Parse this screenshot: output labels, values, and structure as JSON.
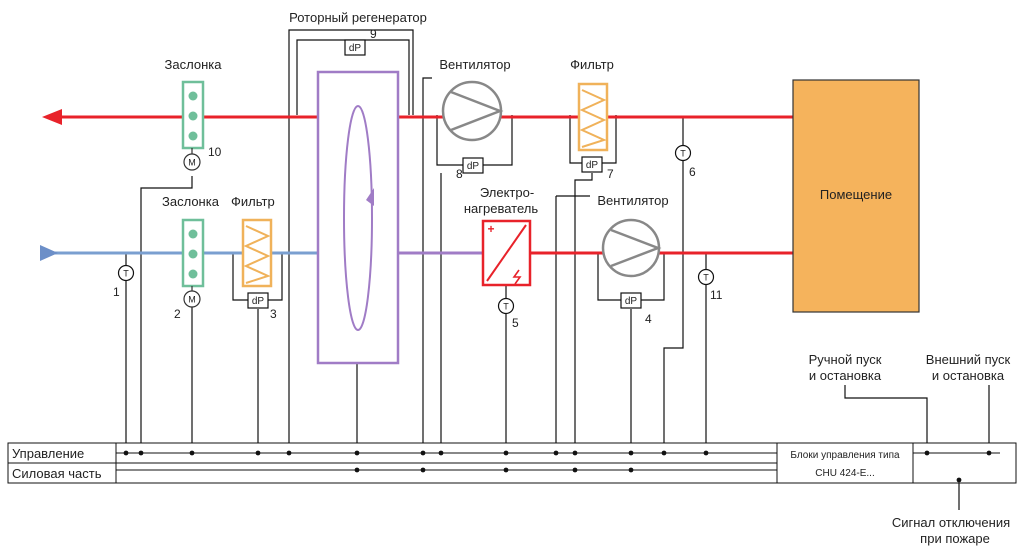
{
  "labels": {
    "rotary": "Роторный регенератор",
    "damper_top": "Заслонка",
    "damper_bottom": "Заслонка",
    "filter_bottom": "Фильтр",
    "fan_top": "Вентилятор",
    "filter_top": "Фильтр",
    "heater_line1": "Электро-",
    "heater_line2": "нагреватель",
    "fan_bottom": "Вентилятор",
    "room": "Помещение",
    "control": "Управление",
    "power": "Силовая часть",
    "controller_line1": "Блоки управления типа",
    "controller_line2": "CHU 424-E...",
    "manual_line1": "Ручной пуск",
    "manual_line2": "и остановка",
    "external_line1": "Внешний пуск",
    "external_line2": "и остановка",
    "fire_line1": "Сигнал отключения",
    "fire_line2": "при пожаре"
  },
  "sensors": {
    "T": "T",
    "dP": "dP",
    "M": "M"
  },
  "numbers": {
    "n1": "1",
    "n2": "2",
    "n3": "3",
    "n4": "4",
    "n5": "5",
    "n6": "6",
    "n7": "7",
    "n8": "8",
    "n9": "9",
    "n10": "10",
    "n11": "11"
  },
  "colors": {
    "exhaust": "#e8222a",
    "intake": "#7a9fd0",
    "rotor": "#a07cc6",
    "damper": "#6fbf9a",
    "filter": "#f0b25a",
    "fan": "#888888",
    "room": "#f5b35c"
  }
}
